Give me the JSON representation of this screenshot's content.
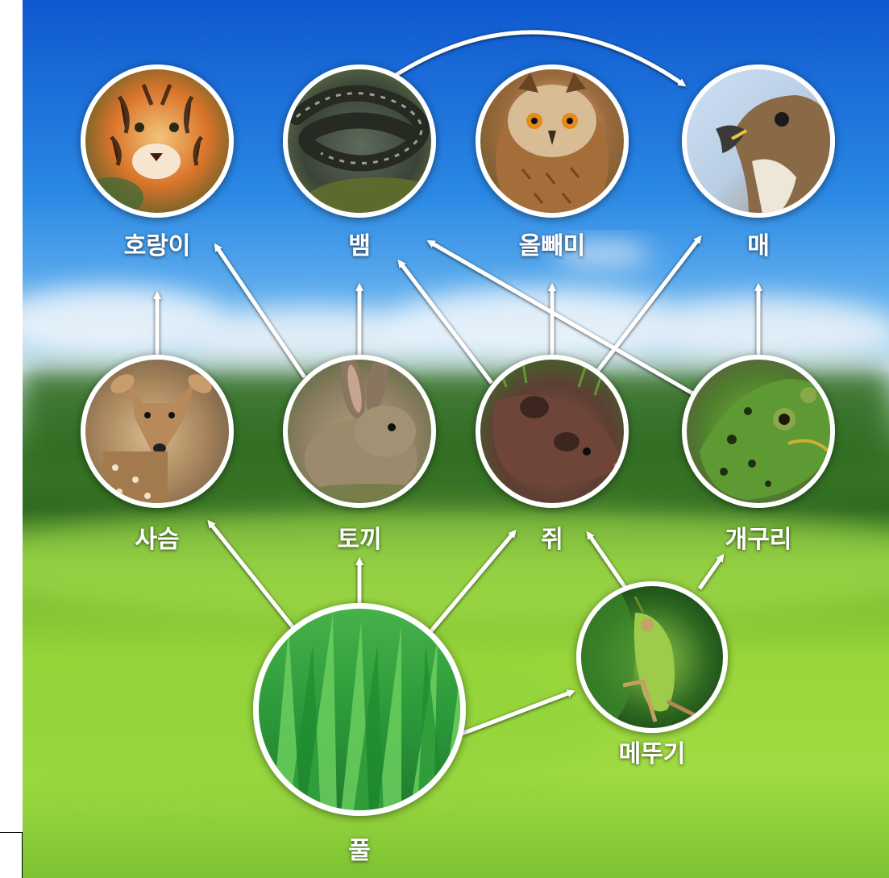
{
  "diagram": {
    "nodes": [
      {
        "id": "tiger",
        "label": "호랑이"
      },
      {
        "id": "snake",
        "label": "뱀"
      },
      {
        "id": "owl",
        "label": "올빼미"
      },
      {
        "id": "hawk",
        "label": "매"
      },
      {
        "id": "deer",
        "label": "사슴"
      },
      {
        "id": "rabbit",
        "label": "토끼"
      },
      {
        "id": "mouse",
        "label": "쥐"
      },
      {
        "id": "frog",
        "label": "개구리"
      },
      {
        "id": "grass",
        "label": "풀"
      },
      {
        "id": "grasshopper",
        "label": "메뚜기"
      }
    ],
    "edges": [
      {
        "from": "deer",
        "to": "tiger"
      },
      {
        "from": "rabbit",
        "to": "tiger"
      },
      {
        "from": "rabbit",
        "to": "snake"
      },
      {
        "from": "mouse",
        "to": "snake"
      },
      {
        "from": "frog",
        "to": "snake"
      },
      {
        "from": "mouse",
        "to": "owl"
      },
      {
        "from": "mouse",
        "to": "hawk"
      },
      {
        "from": "frog",
        "to": "hawk"
      },
      {
        "from": "snake",
        "to": "hawk"
      },
      {
        "from": "grass",
        "to": "deer"
      },
      {
        "from": "grass",
        "to": "rabbit"
      },
      {
        "from": "grass",
        "to": "mouse"
      },
      {
        "from": "grass",
        "to": "grasshopper"
      },
      {
        "from": "grasshopper",
        "to": "mouse"
      },
      {
        "from": "grasshopper",
        "to": "frog"
      }
    ]
  },
  "colors": {
    "sky_top": "#1565d8",
    "sky_mid": "#4aa6ec",
    "cloud": "#e8f2fa",
    "treeline": "#3f7e2a",
    "meadow": "#8fd43a",
    "meadow_light": "#b6e65a",
    "arrow": "#ffffff",
    "label": "#ffffff"
  }
}
